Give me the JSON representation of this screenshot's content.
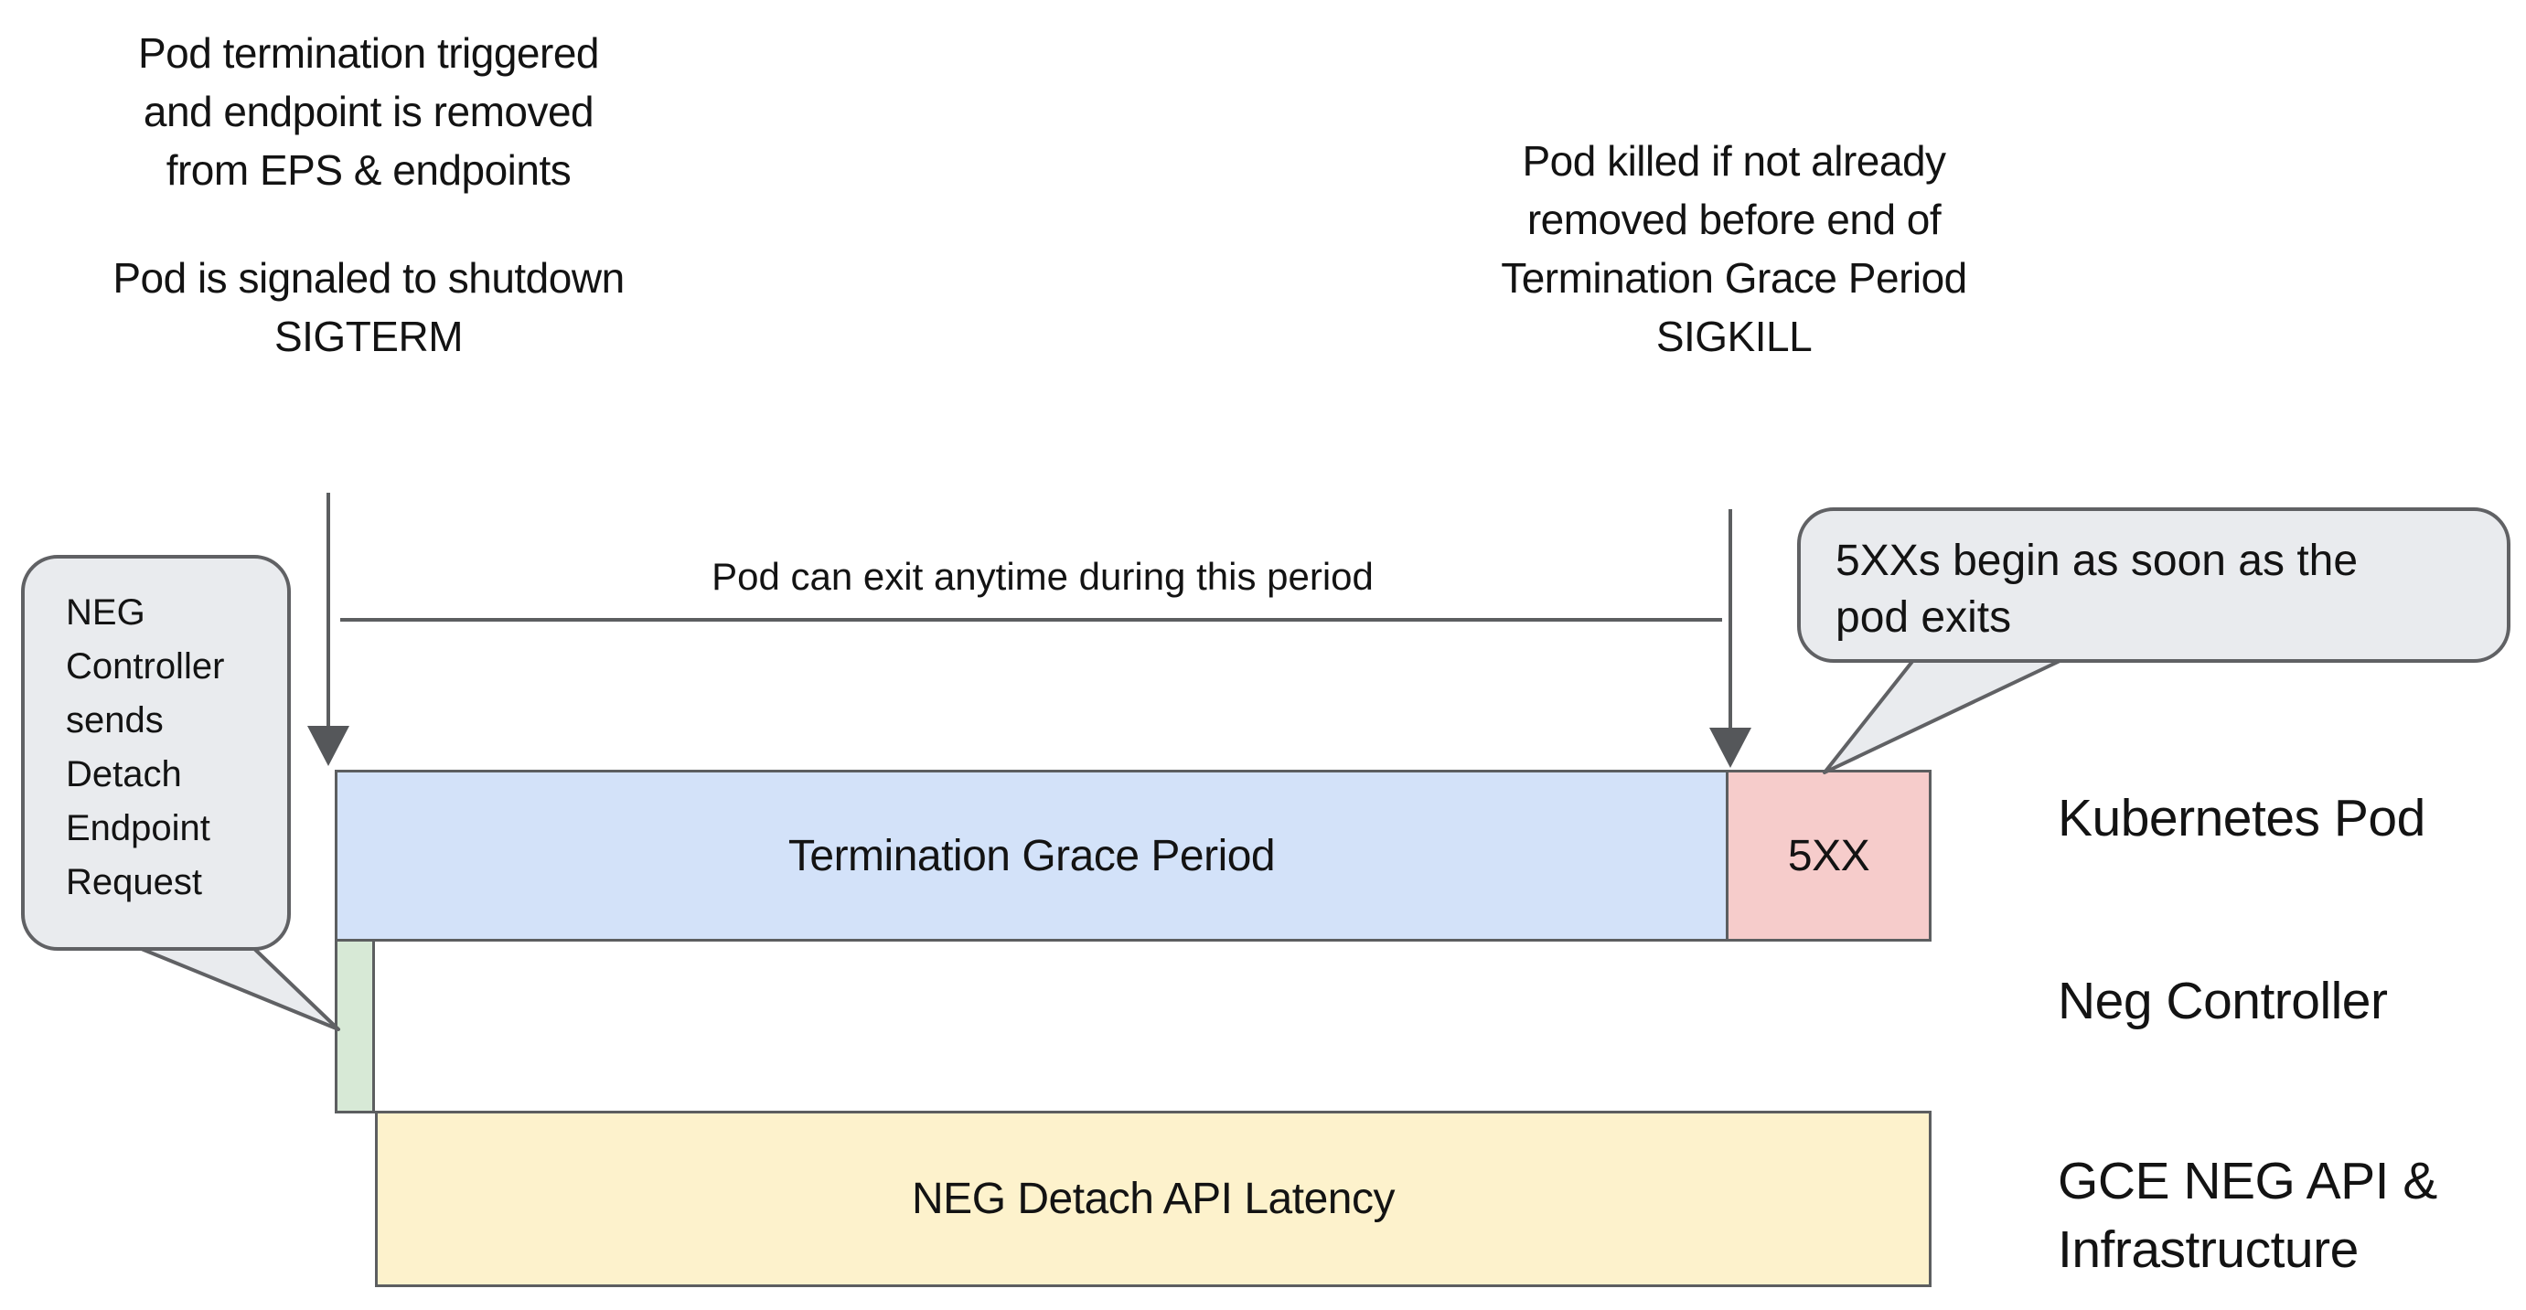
{
  "notes": {
    "top_left": [
      "Pod termination triggered",
      "and endpoint is removed",
      "from EPS & endpoints"
    ],
    "top_left_2": [
      "Pod is signaled to shutdown",
      "SIGTERM"
    ],
    "top_right": [
      "Pod killed if not already",
      "removed before end of",
      "Termination Grace Period",
      "SIGKILL"
    ],
    "period_label": "Pod can exit anytime during this period"
  },
  "bubbles": {
    "left": {
      "lines": [
        "NEG",
        "Controller",
        "sends",
        "Detach",
        "Endpoint",
        "Request"
      ]
    },
    "right": {
      "lines": [
        "5XXs begin as soon as the",
        "pod exits"
      ]
    }
  },
  "bars": {
    "grace": {
      "label": "Termination Grace Period",
      "fill": "#d3e2f9"
    },
    "errors": {
      "label": "5XX",
      "fill": "#f6cccb"
    },
    "detach": {
      "label": "",
      "fill": "#d7e9d6"
    },
    "latency": {
      "label": "NEG Detach API Latency",
      "fill": "#fdf2cc"
    }
  },
  "row_labels": {
    "kubernetes": "Kubernetes Pod",
    "neg": "Neg Controller",
    "gce": [
      "GCE NEG API &",
      "Infrastructure"
    ]
  },
  "colors": {
    "connector": "#5c5e60",
    "arrowhead": "#55575a",
    "bar_border": "#5c5e60",
    "bubble_fill": "#e9ebee",
    "bubble_border": "#606164",
    "text": "#131313"
  }
}
